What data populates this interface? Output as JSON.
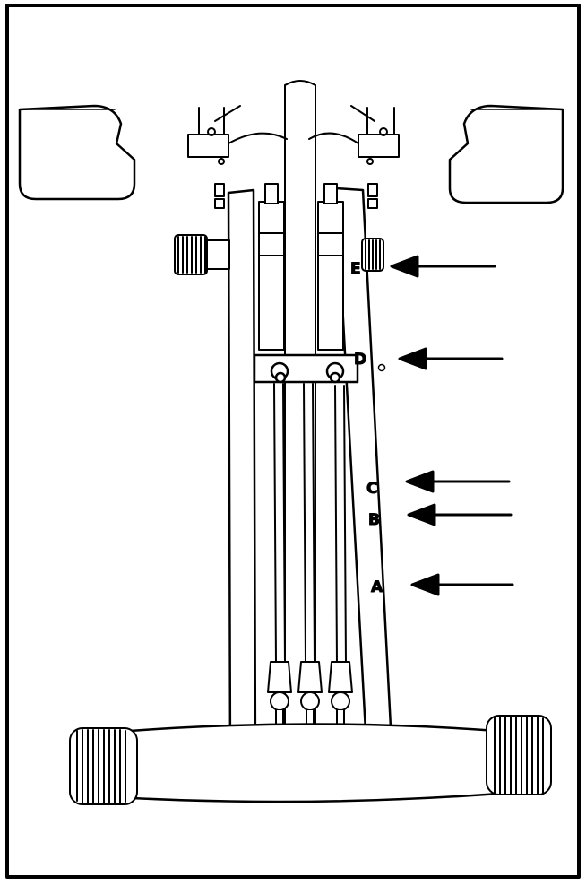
{
  "diagram": {
    "labels": [
      {
        "id": "E",
        "text": "E"
      },
      {
        "id": "D",
        "text": "D"
      },
      {
        "id": "C",
        "text": "C"
      },
      {
        "id": "B",
        "text": "B"
      },
      {
        "id": "A",
        "text": "A"
      }
    ],
    "colors": {
      "line": "#000000",
      "fill": "#ffffff",
      "background": "#ffffff"
    },
    "icons": [
      "arrow-left-icon",
      "adjustment-knob-icon",
      "foot-cap-icon"
    ]
  }
}
